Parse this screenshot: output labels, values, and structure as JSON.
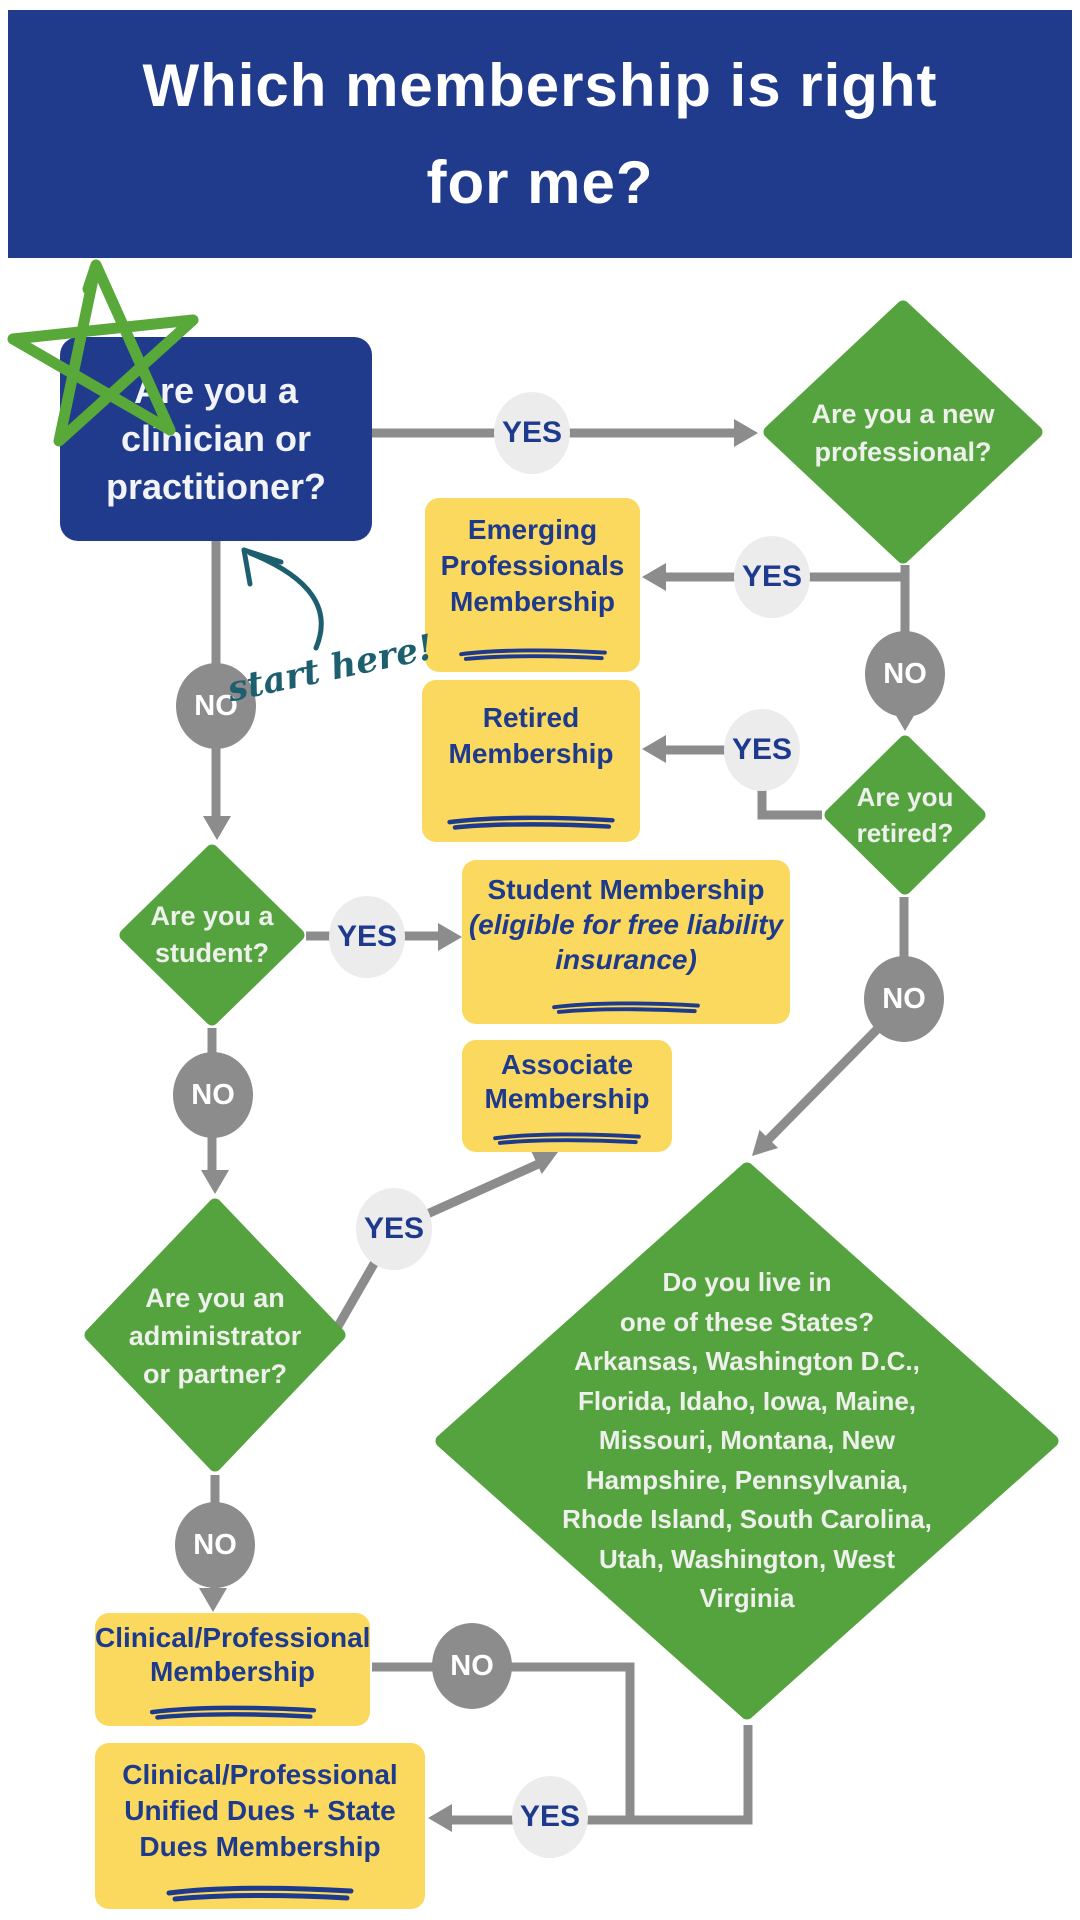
{
  "header": {
    "title_line1": "Which membership is right",
    "title_line2": "for me?"
  },
  "start": {
    "lines": [
      "Are you a",
      "clinician or",
      "practitioner?"
    ],
    "hint": "start here!"
  },
  "decisions": {
    "new_professional": {
      "lines": [
        "Are you a new",
        "professional?"
      ]
    },
    "retired": {
      "lines": [
        "Are you",
        "retired?"
      ]
    },
    "student": {
      "lines": [
        "Are you a",
        "student?"
      ]
    },
    "admin": {
      "lines": [
        "Are you an",
        "administrator",
        "or partner?"
      ]
    },
    "states": {
      "lines": [
        "Do you live in",
        "one of these States?",
        "Arkansas, Washington D.C.,",
        "Florida, Idaho, Iowa, Maine,",
        "Missouri, Montana, New",
        "Hampshire, Pennsylvania,",
        "Rhode Island, South Carolina,",
        "Utah, Washington, West",
        "Virginia"
      ]
    }
  },
  "outcomes": {
    "emerging": {
      "lines": [
        "Emerging",
        "Professionals",
        "Membership"
      ]
    },
    "retired": {
      "lines": [
        "Retired",
        "Membership"
      ]
    },
    "student": {
      "line1": "Student Membership",
      "italic1": "(eligible for free liability",
      "italic2": "insurance)"
    },
    "associate": {
      "lines": [
        "Associate",
        "Membership"
      ]
    },
    "clinical": {
      "lines": [
        "Clinical/Professional",
        "Membership"
      ]
    },
    "unified": {
      "lines": [
        "Clinical/Professional",
        "Unified Dues + State",
        "Dues Membership"
      ]
    }
  },
  "labels": {
    "yes": "YES",
    "no": "NO"
  },
  "colors": {
    "navy": "#203a8c",
    "green": "#55a33e",
    "yellow": "#fbd95e",
    "line_gray": "#8c8c8c",
    "chip_gray": "#ececec",
    "teal": "#1d5f6e"
  }
}
